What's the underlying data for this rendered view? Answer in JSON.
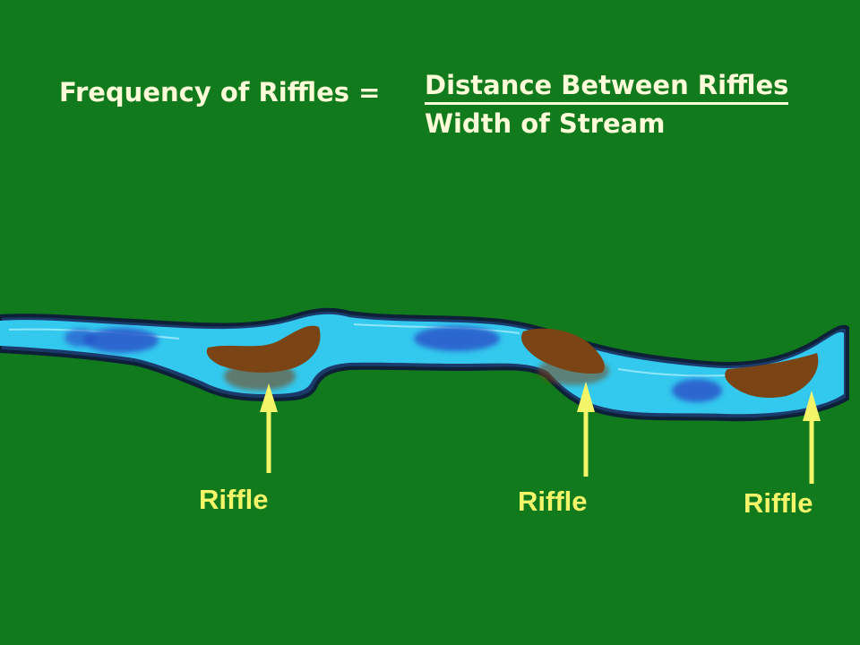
{
  "formula": {
    "lhs": "Frequency of Riffles =",
    "numerator": "Distance Between Riffles",
    "denominator": "Width of Stream"
  },
  "riffles": [
    {
      "label": "Riffle"
    },
    {
      "label": "Riffle"
    },
    {
      "label": "Riffle"
    }
  ],
  "colors": {
    "background": "#117a1c",
    "water": "#33c9ef",
    "riffle": "#7b4415",
    "pool": "#2a55c9",
    "arrow": "#f5f56a",
    "text": "#fdfcd8"
  }
}
